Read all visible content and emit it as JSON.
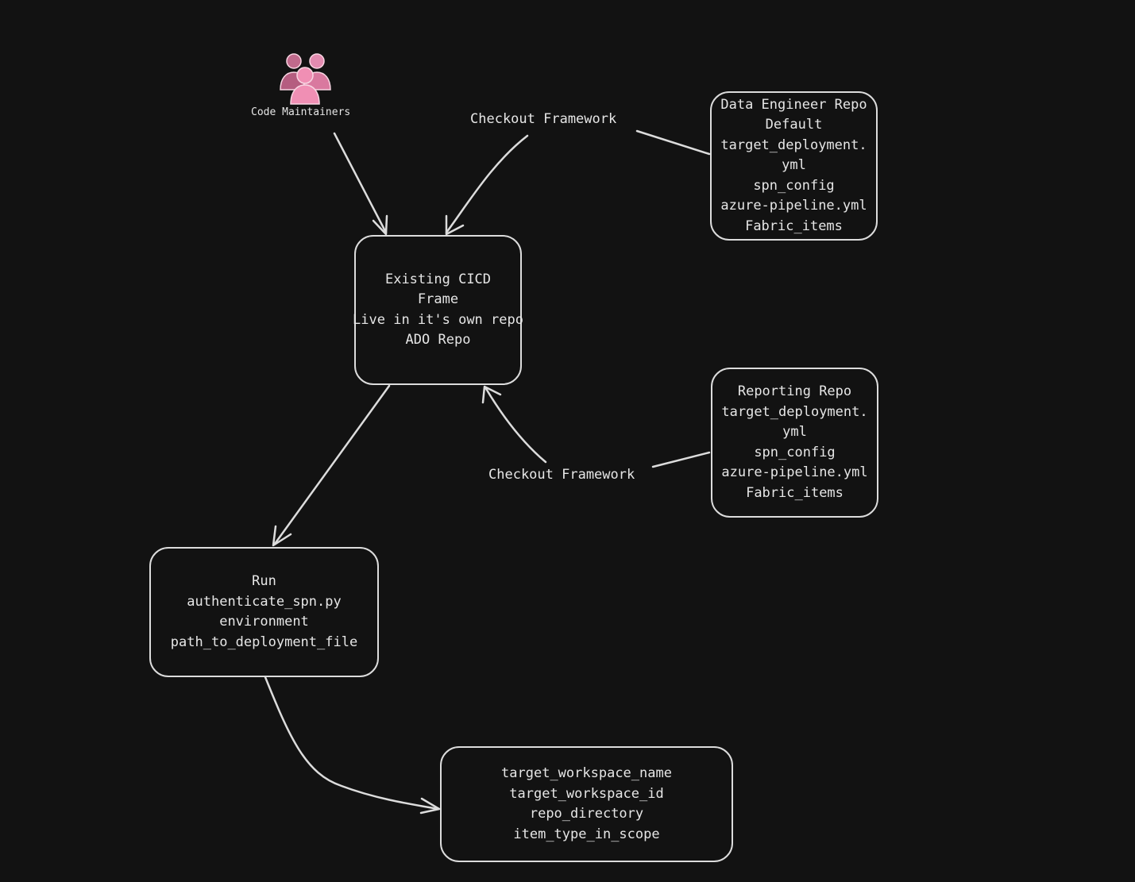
{
  "actor": {
    "label": "Code Maintainers",
    "icon": "users-group-icon",
    "color": "#f08fb4"
  },
  "nodes": {
    "cicd": {
      "lines": [
        "Existing CICD",
        "Frame",
        "Live in it's own repo",
        "ADO Repo"
      ]
    },
    "data_engineer": {
      "lines": [
        "Data Engineer Repo",
        "Default",
        "target_deployment.",
        "yml",
        "spn_config",
        "azure-pipeline.yml",
        "Fabric_items"
      ]
    },
    "reporting": {
      "lines": [
        "Reporting Repo",
        "target_deployment.",
        "yml",
        "spn_config",
        "azure-pipeline.yml",
        "Fabric_items"
      ]
    },
    "run": {
      "lines": [
        "Run",
        "authenticate_spn.py",
        "environment",
        "path_to_deployment_file"
      ]
    },
    "target": {
      "lines": [
        "target_workspace_name",
        "target_workspace_id",
        "repo_directory",
        "item_type_in_scope"
      ]
    }
  },
  "edge_labels": {
    "top_checkout": "Checkout Framework",
    "bottom_checkout": "Checkout Framework"
  },
  "colors": {
    "background": "#121212",
    "stroke": "#dcdcdc",
    "text": "#e6e6e6"
  }
}
